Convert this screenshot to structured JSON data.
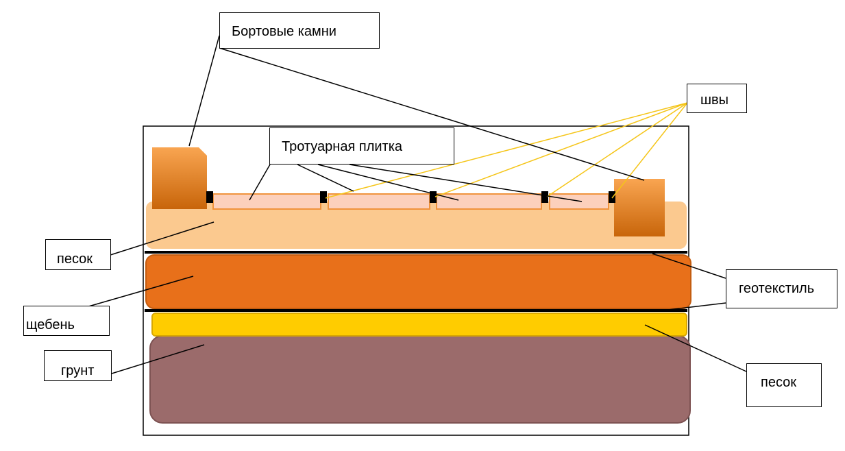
{
  "labels": {
    "curb_stones": "Бортовые камни",
    "seams": "швы",
    "paving_tiles": "Тротуарная плитка",
    "sand_top": "песок",
    "geotextile": "геотекстиль",
    "crushed_stone": "щебень",
    "soil": "грунт",
    "sand_bottom": "песок"
  },
  "colors": {
    "curb_gradient_top": "#f9a551",
    "curb_gradient_bottom": "#c8650a",
    "tile_fill": "#fcd0bc",
    "tile_stroke": "#f0933c",
    "sand_layer": "#fbc98f",
    "crushed_stone_layer": "#e8701a",
    "crushed_stone_stroke": "#c45d10",
    "sand_bottom_layer": "#ffcc00",
    "sand_bottom_stroke": "#d9a800",
    "soil_layer": "#9b6b6b",
    "soil_stroke": "#7d5252",
    "seam_marker": "#000000",
    "seam_leader": "#f5c518",
    "leader_line": "#000000",
    "geotextile_line": "#000000"
  }
}
